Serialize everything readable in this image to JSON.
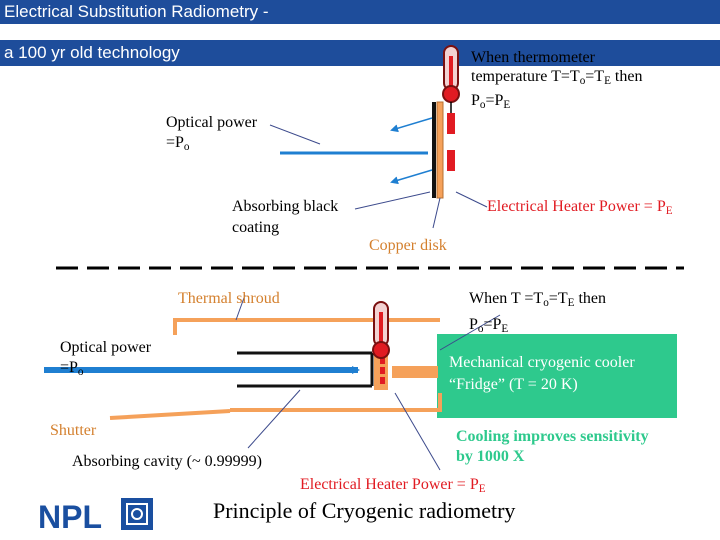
{
  "header": {
    "line1": "Electrical Substitution Radiometry -",
    "line2": "a 100 yr old technology"
  },
  "top_section": {
    "thermometer_note": {
      "line1": "When thermometer",
      "line2_prefix": "temperature T=T",
      "line2_sub1": "o",
      "line2_mid": "=T",
      "line2_sub2": "E",
      "line2_suffix": " then",
      "line3_prefix": "P",
      "line3_sub1": "o",
      "line3_mid": "=P",
      "line3_sub2": "E"
    },
    "optical_power": {
      "line1": "Optical power",
      "line2_prefix": "=P",
      "line2_sub": "o"
    },
    "absorbing_coating": {
      "line1": "Absorbing black",
      "line2": "coating"
    },
    "heater_power": {
      "prefix": "Electrical Heater Power = P",
      "sub": "E"
    },
    "copper_disk": "Copper disk"
  },
  "bottom_section": {
    "thermal_shroud": "Thermal shroud",
    "condition": {
      "line1_prefix": "When T =T",
      "line1_sub1": "o",
      "line1_mid": "=T",
      "line1_sub2": "E",
      "line1_suffix": " then",
      "line2_prefix": "P",
      "line2_sub1": "o",
      "line2_mid": "=P",
      "line2_sub2": "E"
    },
    "optical_power": {
      "line1": "Optical power",
      "line2_prefix": "=P",
      "line2_sub": "o"
    },
    "cooler": {
      "line1": "Mechanical cryogenic cooler",
      "line2": "“Fridge” (T = 20 K)"
    },
    "shutter": "Shutter",
    "cooling_note": {
      "line1": "Cooling improves sensitivity",
      "line2": "by 1000 X"
    },
    "absorbing_cavity": "Absorbing cavity (~ 0.99999)",
    "heater_power": {
      "prefix": "Electrical Heater Power = P",
      "sub": "E"
    },
    "title": "Principle of Cryogenic radiometry"
  },
  "logo": {
    "text": "NPL"
  },
  "colors": {
    "header_blue": "#1e4d9b",
    "arrow_blue": "#1f7fd1",
    "orange": "#f5a15a",
    "orange_text": "#d4802e",
    "red": "#e11b22",
    "green": "#2ec98d",
    "npl_blue": "#1a4fa0"
  }
}
